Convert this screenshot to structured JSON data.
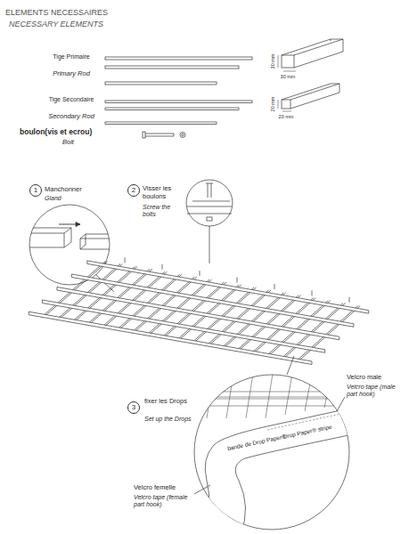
{
  "diagram": {
    "title": "ELEMENTS NECESSAIRES",
    "nodes": [
      {
        "text": [
          "1"
        ]
      },
      {
        "text": [
          "2"
        ]
      },
      {
        "text": [
          "3"
        ]
      }
    ],
    "labels": [
      "NECESSARY ELEMENTS",
      "Tige Primaire",
      "Primary Rod",
      "30 mm",
      "30 mm",
      "Tige Secondaire",
      "Secondary Rod",
      "20 mm",
      "20 mm",
      "boulon(vis et ecrou)",
      "Bolt",
      "Manchonner",
      "Gland",
      "Visser les boulons",
      "Screw the bolts",
      "fixer les Drops",
      "Set up the Drops",
      "Velcro male",
      "Velcro tape (male part hook)",
      "bande de Drop Paper®",
      "Drop Paper® stripe",
      "Velcro femelle",
      "Velcro tape (female part hook)"
    ]
  }
}
